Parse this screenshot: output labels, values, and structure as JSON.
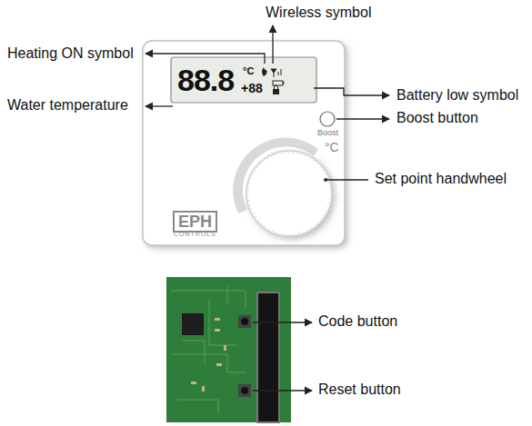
{
  "diagram": {
    "labels": [
      "Wireless symbol",
      "Heating ON symbol",
      "Water temperature",
      "Battery low symbol",
      "Boost button",
      "Set point handwheel",
      "88.8",
      "°C",
      "+88",
      "Boost",
      "°C",
      "EPH",
      "CONTROLS",
      "Code button",
      "Reset button"
    ]
  }
}
